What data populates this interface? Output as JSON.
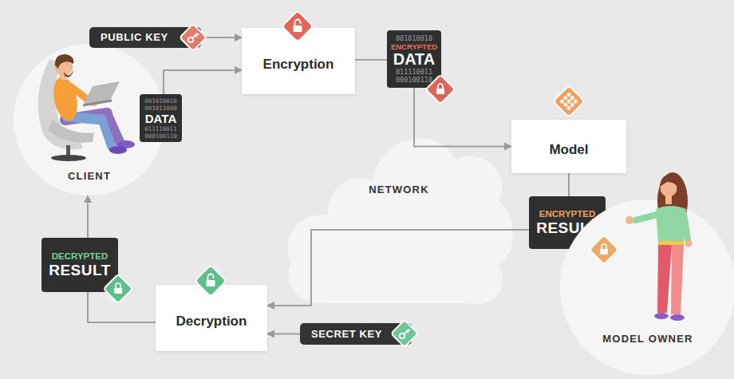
{
  "diagram": {
    "nodes": [
      {
        "text": [
          "CLIENT"
        ]
      },
      {
        "text": [
          "PUBLIC KEY"
        ]
      },
      {
        "text": [
          "Encryption"
        ]
      },
      {
        "text": [
          "001010010 001011000",
          "DATA",
          "011110011 000100110"
        ]
      },
      {
        "text": [
          "001010010",
          "ENCRYPTED",
          "DATA",
          "011110011 000100110"
        ]
      },
      {
        "text": [
          "Model"
        ]
      },
      {
        "text": [
          "NETWORK"
        ]
      },
      {
        "text": [
          "ENCRYPTED",
          "RESULT"
        ]
      },
      {
        "text": [
          "MODEL OWNER"
        ]
      },
      {
        "text": [
          "Decryption"
        ]
      },
      {
        "text": [
          "SECRET KEY"
        ]
      },
      {
        "text": [
          "DECRYPTED",
          "RESULT"
        ]
      }
    ],
    "edges": [
      {
        "from": 1,
        "to": 2,
        "arrow": "to"
      },
      {
        "from": 3,
        "to": 2,
        "arrow": "to"
      },
      {
        "from": 2,
        "to": 4,
        "arrow": "none"
      },
      {
        "from": 4,
        "to": 5,
        "arrow": "to"
      },
      {
        "from": 5,
        "to": 7,
        "arrow": "none"
      },
      {
        "from": 7,
        "to": 9,
        "arrow": "to"
      },
      {
        "from": 10,
        "to": 9,
        "arrow": "to"
      },
      {
        "from": 9,
        "to": 11,
        "arrow": "none"
      },
      {
        "from": 11,
        "to": 0,
        "arrow": "to"
      }
    ]
  }
}
